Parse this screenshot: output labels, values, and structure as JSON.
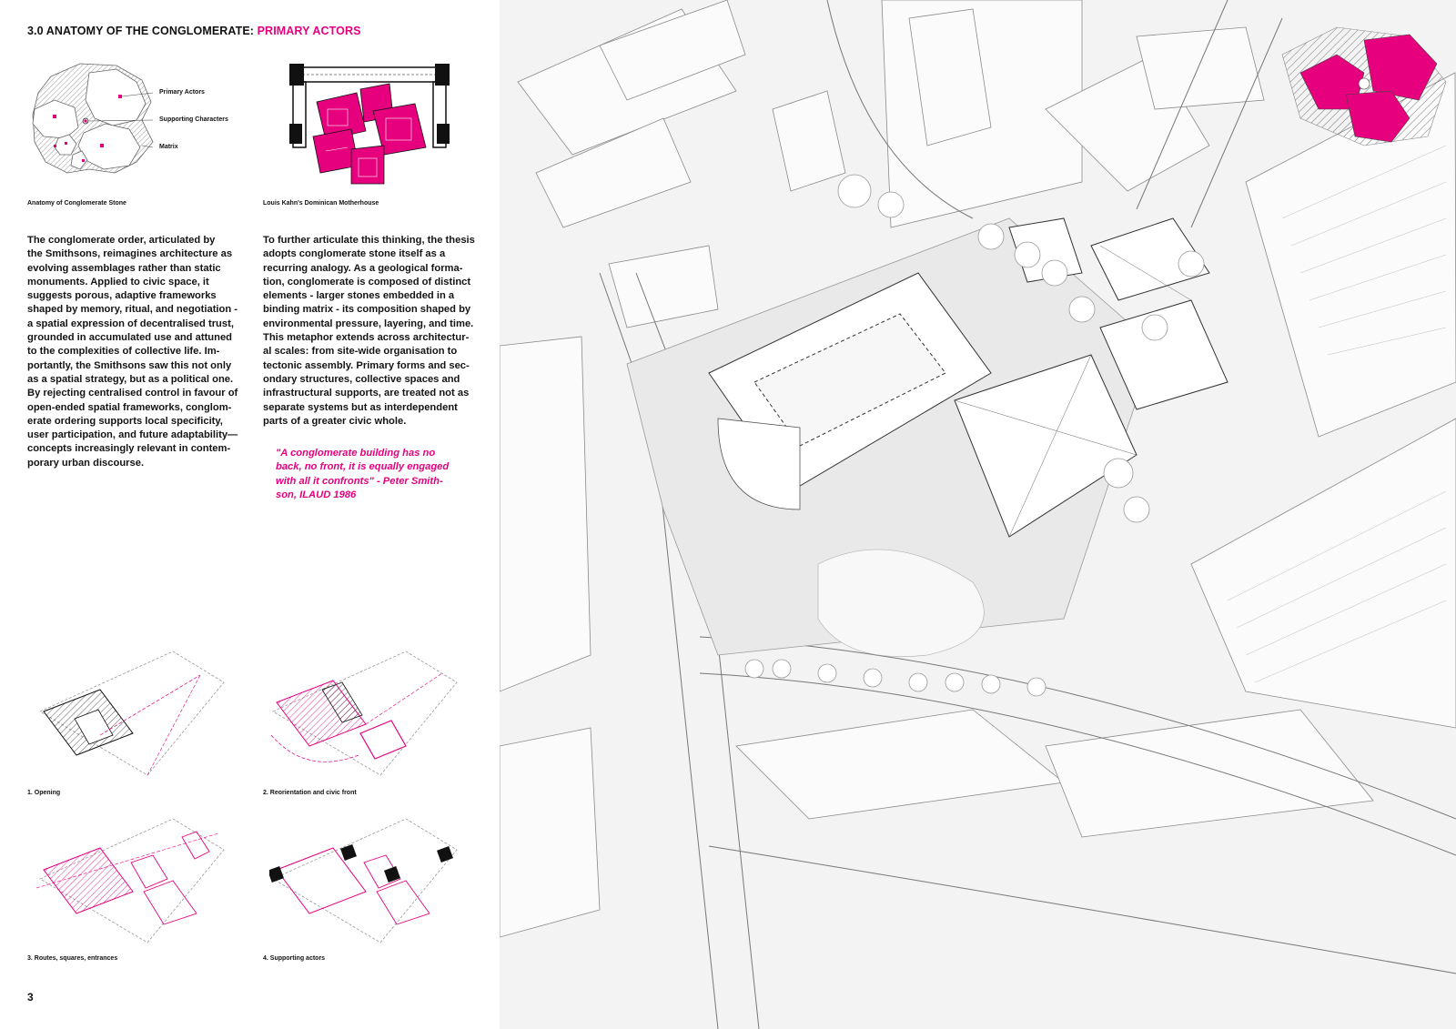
{
  "header": {
    "title_prefix": "3.0 ANATOMY OF THE CONGLOMERATE: ",
    "title_accent": "PRIMARY ACTORS"
  },
  "figures": {
    "anatomy": {
      "caption": "Anatomy of Conglomerate Stone",
      "labels": {
        "primary_actors": "Primary Actors",
        "supporting_characters": "Supporting Characters",
        "matrix": "Matrix"
      }
    },
    "kahn": {
      "caption": "Louis Kahn's Dominican Motherhouse"
    },
    "steps": [
      {
        "caption": "1. Opening"
      },
      {
        "caption": "2. Reorientation and civic front"
      },
      {
        "caption": "3. Routes, squares, entrances"
      },
      {
        "caption": "4. Supporting actors"
      }
    ]
  },
  "text": {
    "left_column": [
      "The conglomerate order, articulated by",
      "the Smithsons, reimagines architecture as",
      "evolving assemblages rather than static",
      "monuments. Applied to civic space, it",
      "suggests porous, adaptive frameworks",
      "shaped by memory, ritual, and negotiation -",
      "a spatial expression of decentralised trust,",
      "grounded in accumulated use and attuned",
      "to the complexities of collective life. Im-",
      "portantly, the Smithsons saw this not only",
      "as a spatial strategy, but as a political one.",
      "By rejecting centralised control in favour of",
      "open-ended spatial frameworks, conglom-",
      "erate ordering supports local specificity,",
      "user participation, and future adaptability—",
      "concepts increasingly relevant in contem-",
      "porary urban discourse."
    ],
    "right_column": [
      "To further articulate this thinking, the thesis",
      "adopts conglomerate stone itself as a",
      "recurring analogy. As a geological forma-",
      "tion, conglomerate is composed of distinct",
      "elements - larger stones embedded in a",
      "binding matrix - its composition shaped by",
      "environmental pressure, layering, and time.",
      "This metaphor extends across architectur-",
      "al scales: from site-wide organisation to",
      "tectonic assembly. Primary forms and sec-",
      "ondary structures, collective spaces and",
      "infrastructural supports, are treated not as",
      "separate systems but as interdependent",
      "parts of a greater civic whole."
    ],
    "quote": [
      "\"A conglomerate building has no",
      "back, no front, it is equally engaged",
      "with all it confronts\" - Peter Smith-",
      "son, ILAUD 1986"
    ]
  },
  "footer": {
    "page_number": "3"
  },
  "colors": {
    "accent": "#e6007e",
    "ink": "#111111",
    "map_background": "#f3f3f3"
  }
}
